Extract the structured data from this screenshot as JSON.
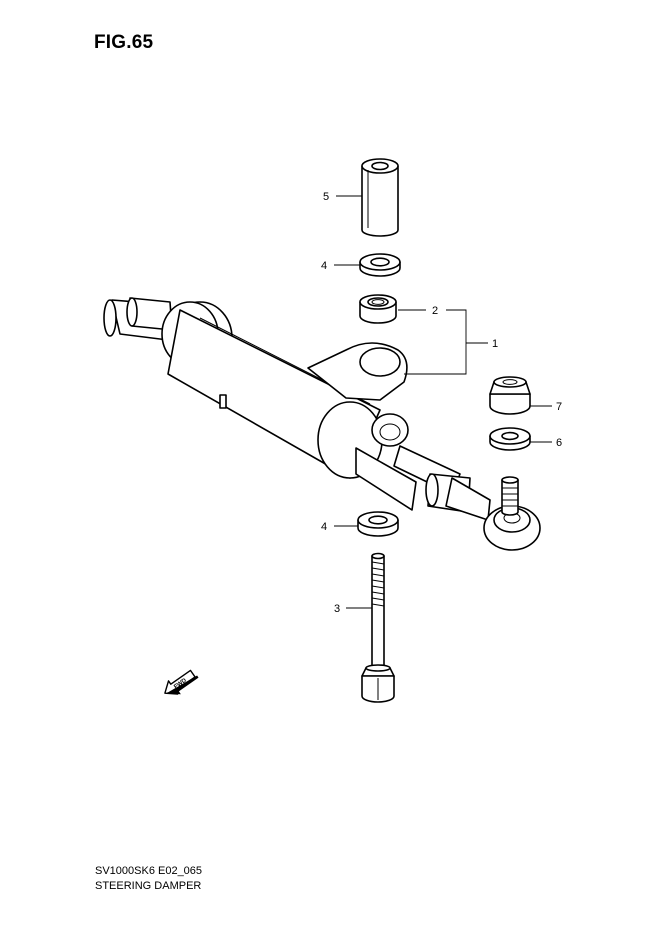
{
  "figure": {
    "title": "FIG.65"
  },
  "footer": {
    "code": "SV1000SK6 E02_065",
    "name": "STEERING DAMPER"
  },
  "callouts": [
    {
      "id": "callout-5",
      "label": "5",
      "part": "spacer-sleeve"
    },
    {
      "id": "callout-4-top",
      "label": "4",
      "part": "washer-upper"
    },
    {
      "id": "callout-2",
      "label": "2",
      "part": "bearing"
    },
    {
      "id": "callout-1",
      "label": "1",
      "part": "steering-damper-assembly"
    },
    {
      "id": "callout-7",
      "label": "7",
      "part": "nut"
    },
    {
      "id": "callout-6",
      "label": "6",
      "part": "washer"
    },
    {
      "id": "callout-4-bottom",
      "label": "4",
      "part": "washer-lower"
    },
    {
      "id": "callout-3",
      "label": "3",
      "part": "bolt"
    }
  ],
  "fwd_arrow": {
    "label": "FWD",
    "icon": "fwd-arrow-icon"
  }
}
